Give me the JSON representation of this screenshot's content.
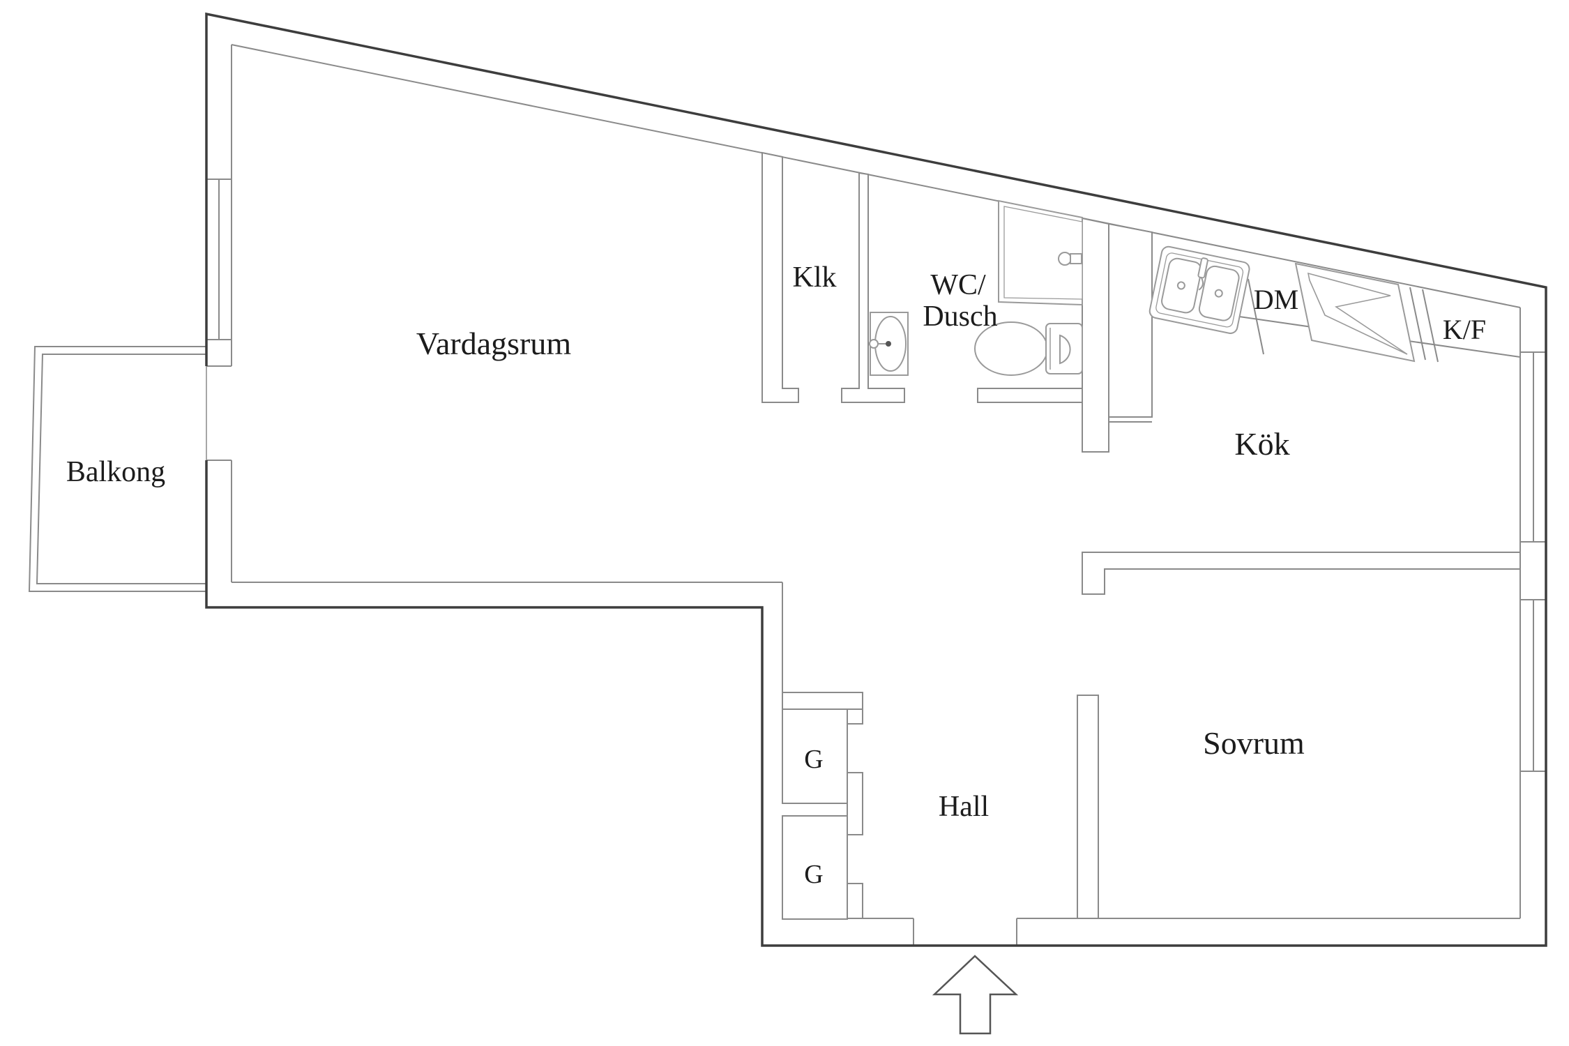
{
  "plan": {
    "type": "apartment-floor-plan",
    "language": "Swedish"
  },
  "rooms": {
    "living_room": "Vardagsrum",
    "balcony": "Balkong",
    "closet": "Klk",
    "wc_line1": "WC/",
    "wc_line2": "Dusch",
    "kitchen": "Kök",
    "bedroom": "Sovrum",
    "hall": "Hall",
    "wardrobe_top": "G",
    "wardrobe_bottom": "G"
  },
  "appliances": {
    "dishwasher": "DM",
    "fridge_freezer": "K/F"
  },
  "colors": {
    "exterior_wall": "#3d3d3d",
    "interior_line": "#8a8a8a",
    "fixture_line": "#9a9a9a",
    "label_text": "#1c1c1c",
    "background": "#ffffff"
  }
}
